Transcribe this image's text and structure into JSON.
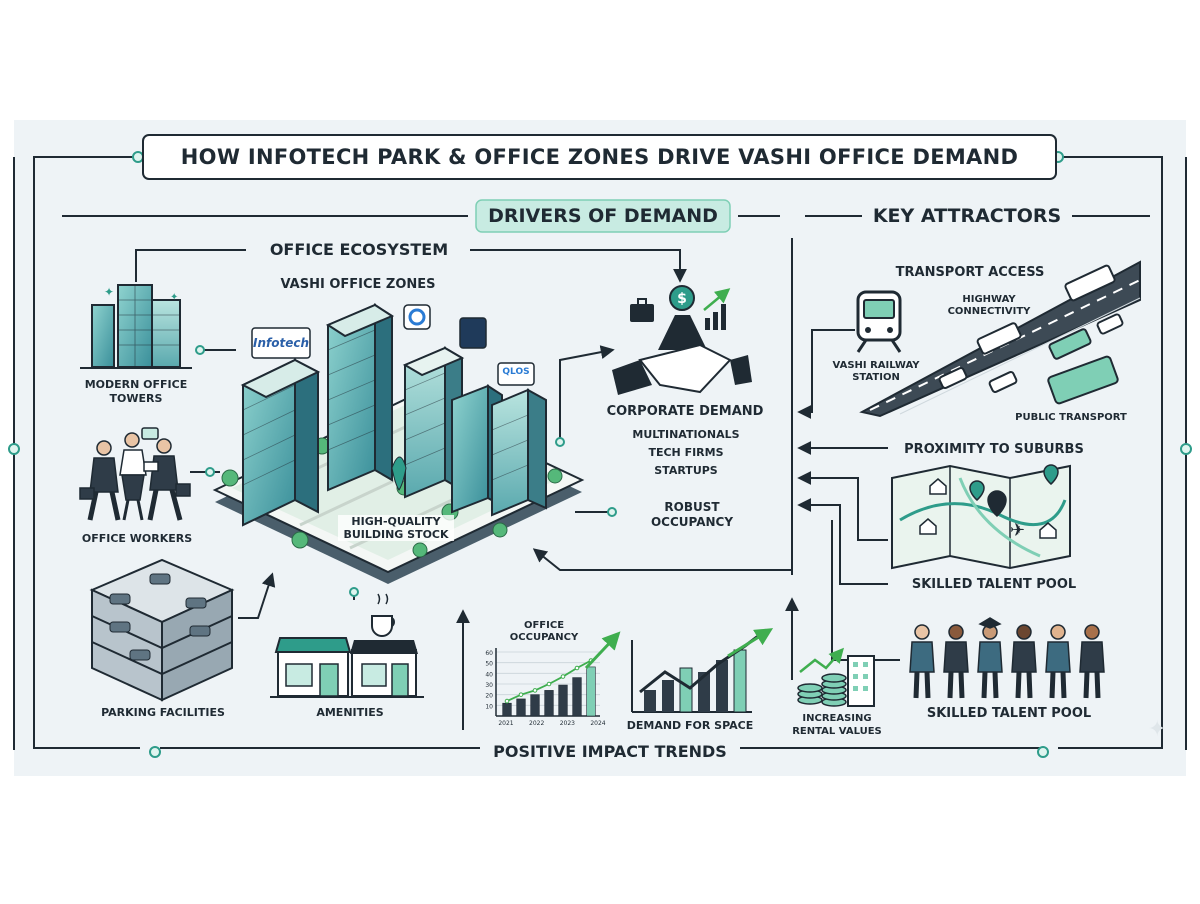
{
  "title": "HOW INFOTECH PARK & OFFICE ZONES DRIVE VASHI OFFICE DEMAND",
  "sections": {
    "drivers": "DRIVERS OF DEMAND",
    "attractors": "KEY ATTRACTORS",
    "trends": "POSITIVE IMPACT TRENDS"
  },
  "ecosystem": {
    "heading": "OFFICE ECOSYSTEM",
    "zones": "VASHI OFFICE ZONES",
    "building_stock": "HIGH-QUALITY BUILDING STOCK",
    "logo_infotech": "Infotech",
    "logo_qlos": "QLOS"
  },
  "left_items": {
    "towers": "MODERN OFFICE TOWERS",
    "workers": "OFFICE WORKERS",
    "parking": "PARKING FACILITIES",
    "amenities": "AMENITIES"
  },
  "corporate": {
    "heading": "CORPORATE DEMAND",
    "items": [
      "MULTINATIONALS",
      "TECH FIRMS",
      "STARTUPS"
    ],
    "occupancy": "ROBUST OCCUPANCY"
  },
  "attractors": {
    "transport": "TRANSPORT ACCESS",
    "highway": "HIGHWAY CONNECTIVITY",
    "railway": "VASHI RAILWAY STATION",
    "public_transport": "PUBLIC TRANSPORT",
    "proximity": "PROXIMITY TO SUBURBS",
    "talent_pool_1": "SKILLED TALENT POOL",
    "talent_pool_2": "SKILLED TALENT POOL"
  },
  "trends": {
    "demand_space": "DEMAND FOR SPACE",
    "rental": "INCREASING RENTAL VALUES"
  },
  "chart_data": {
    "type": "bar",
    "title": "OFFICE OCCUPANCY",
    "categories": [
      "2021",
      "2022",
      "2023",
      "2024"
    ],
    "yticks": [
      10,
      20,
      30,
      40,
      50,
      60
    ],
    "ylim": [
      0,
      60
    ],
    "values": [
      12,
      16,
      20,
      24,
      29,
      36,
      46
    ],
    "line": [
      14,
      20,
      24,
      30,
      37,
      45,
      52
    ],
    "grid": true
  },
  "colors": {
    "navy": "#1f2a33",
    "teal": "#2e9c8a",
    "mint": "#7fcfb5",
    "background": "#eef3f6",
    "green": "#55b848"
  }
}
